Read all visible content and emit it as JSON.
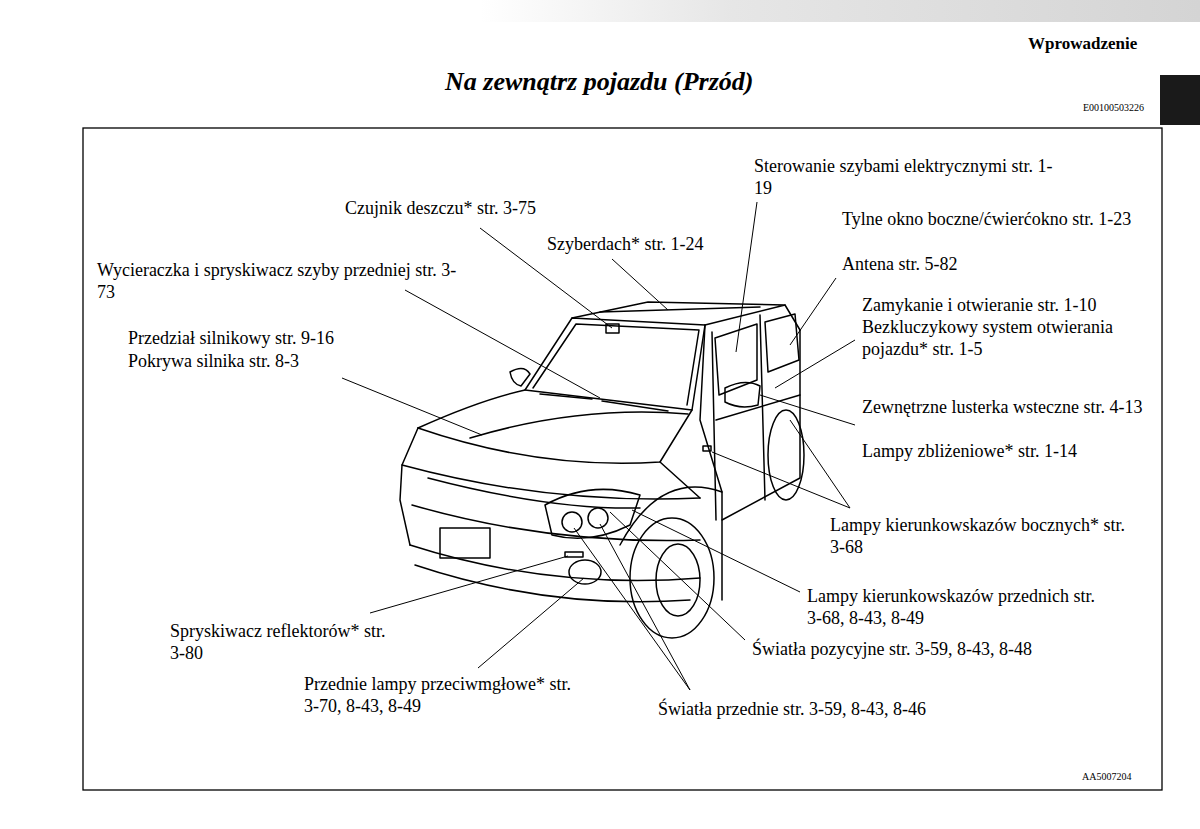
{
  "diagram": {
    "title": "Na zewnątrz pojazdu (Przód)",
    "labels": [
      "Wprowadzenie",
      "E00100503226",
      "Sterowanie szybami elektrycznymi str. 1-19",
      "Czujnik deszczu* str. 3-75",
      "Szyberdach* str. 1-24",
      "Tylne okno boczne/ćwierćokno str. 1-23",
      "Antena str. 5-82",
      "Wycieraczka i spryskiwacz szyby przedniej str. 3-73",
      "Zamykanie i otwieranie str. 1-10",
      "Bezkluczykowy system otwierania pojazdu* str. 1-5",
      "Przedział silnikowy str. 9-16",
      "Pokrywa silnika str. 8-3",
      "Zewnętrzne lusterka wsteczne str. 4-13",
      "Lampy zbliżeniowe* str. 1-14",
      "Lampy kierunkowskazów bocznych* str. 3-68",
      "Lampy kierunkowskazów przednich str. 3-68, 8-43, 8-49",
      "Spryskiwacz reflektorów* str. 3-80",
      "Światła pozycyjne str. 3-59, 8-43, 8-48",
      "Przednie lampy przeciwmgłowe* str. 3-70, 8-43, 8-49",
      "Światła przednie str. 3-59, 8-43, 8-46",
      "AA5007204"
    ]
  }
}
